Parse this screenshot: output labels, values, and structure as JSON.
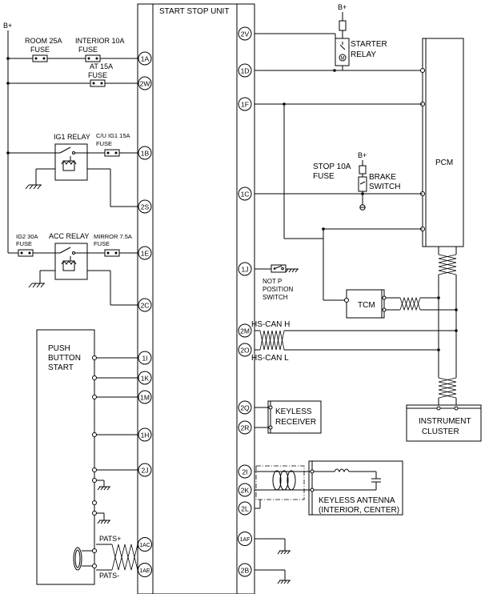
{
  "labels": {
    "unit": "START STOP UNIT",
    "b_plus_left": "B+",
    "b_plus_top": "B+",
    "b_plus_brake": "B+",
    "room_fuse_1": "ROOM 25A",
    "room_fuse_2": "FUSE",
    "interior_fuse_1": "INTERIOR 10A",
    "interior_fuse_2": "FUSE",
    "at_fuse_1": "AT 15A",
    "at_fuse_2": "FUSE",
    "ig1_relay": "IG1 RELAY",
    "cu_ig1_fuse_1": "C/U IG1 15A",
    "cu_ig1_fuse_2": "FUSE",
    "ig2_fuse_1": "IG2 30A",
    "ig2_fuse_2": "FUSE",
    "acc_relay": "ACC RELAY",
    "mirror_fuse_1": "MIRROR 7.5A",
    "mirror_fuse_2": "FUSE",
    "push_1": "PUSH",
    "push_2": "BUTTON",
    "push_3": "START",
    "pats_plus": "PATS+",
    "pats_minus": "PATS-",
    "starter_1": "STARTER",
    "starter_2": "RELAY",
    "pcm": "PCM",
    "stop_fuse_1": "STOP 10A",
    "stop_fuse_2": "FUSE",
    "brake_1": "BRAKE",
    "brake_2": "SWITCH",
    "notp_1": "NOT P",
    "notp_2": "POSITION",
    "notp_3": "SWITCH",
    "tcm": "TCM",
    "hs_can_h": "HS-CAN H",
    "hs_can_l": "HS-CAN L",
    "keyless_receiver_1": "KEYLESS",
    "keyless_receiver_2": "RECEIVER",
    "instrument_1": "INSTRUMENT",
    "instrument_2": "CLUSTER",
    "antenna_1": "KEYLESS ANTENNA",
    "antenna_2": "(INTERIOR, CENTER)"
  },
  "pins_left": {
    "1A": "1A",
    "2W": "2W",
    "1B": "1B",
    "2S": "2S",
    "1E": "1E",
    "2C": "2C",
    "1I": "1I",
    "1K": "1K",
    "1M": "1M",
    "1H": "1H",
    "2J": "2J",
    "1AC": "1AC",
    "1AE": "1AE"
  },
  "pins_right": {
    "2V": "2V",
    "1D": "1D",
    "1F": "1F",
    "1C": "1C",
    "1J": "1J",
    "2M": "2M",
    "2O": "2O",
    "2Q": "2Q",
    "2R": "2R",
    "2I": "2I",
    "2K": "2K",
    "2L": "2L",
    "1AF": "1AF",
    "2B": "2B"
  }
}
